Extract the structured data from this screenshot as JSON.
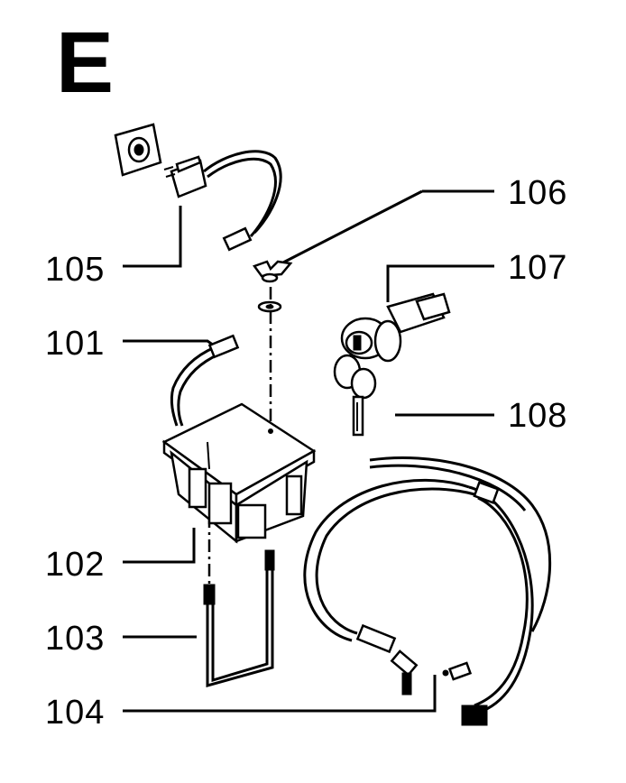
{
  "diagram": {
    "section_letter": "E",
    "callouts": [
      {
        "id": "105",
        "label": "105"
      },
      {
        "id": "101",
        "label": "101"
      },
      {
        "id": "102",
        "label": "102"
      },
      {
        "id": "103",
        "label": "103"
      },
      {
        "id": "104",
        "label": "104"
      },
      {
        "id": "106",
        "label": "106"
      },
      {
        "id": "107",
        "label": "107"
      },
      {
        "id": "108",
        "label": "108"
      }
    ]
  }
}
